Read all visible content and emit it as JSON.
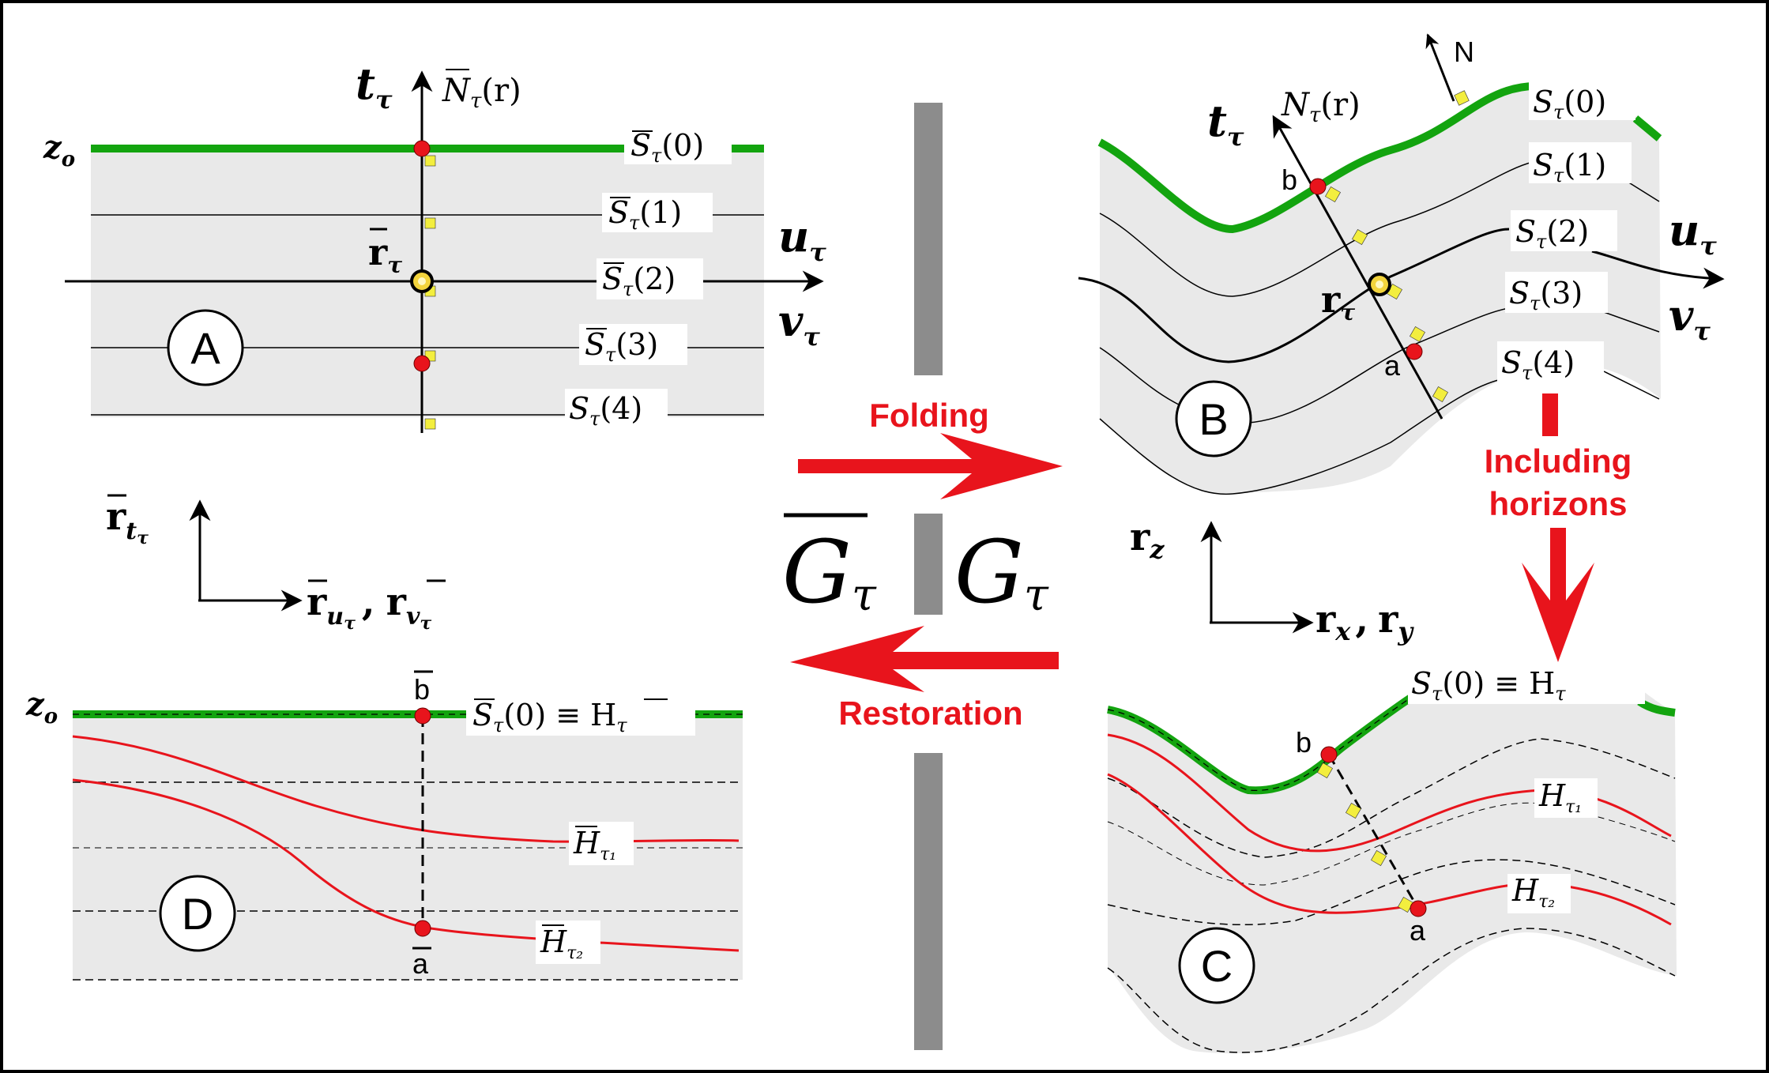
{
  "panels": {
    "A": {
      "circle_label": "A",
      "z_label": "z",
      "z_sub": "o",
      "axis_t": "t",
      "axis_t_sub": "τ",
      "normal_label": "N",
      "normal_sub": "τ",
      "normal_arg": "(r)",
      "surfaces": [
        "S",
        "S",
        "S",
        "S",
        "S"
      ],
      "surface_sub": "τ",
      "surface_args": [
        "(0)",
        "(1)",
        "(2)",
        "(3)",
        "(4)"
      ],
      "point_r": "r",
      "point_r_sub": "τ",
      "axis_u": "u",
      "axis_u_sub": "τ",
      "axis_v": "v",
      "axis_v_sub": "τ"
    },
    "B": {
      "circle_label": "B",
      "axis_t": "t",
      "axis_t_sub": "τ",
      "normal_label": "N",
      "normal_sub": "τ",
      "normal_arg": "(r)",
      "N_label": "N",
      "surfaces": [
        "S",
        "S",
        "S",
        "S",
        "S"
      ],
      "surface_sub": "τ",
      "surface_args": [
        "(0)",
        "(1)",
        "(2)",
        "(3)",
        "(4)"
      ],
      "point_b": "b",
      "point_a": "a",
      "point_r": "r",
      "point_r_sub": "τ",
      "axis_u": "u",
      "axis_u_sub": "τ",
      "axis_v": "v",
      "axis_v_sub": "τ"
    },
    "C": {
      "circle_label": "C",
      "surface_label": "S",
      "surface_sub": "τ",
      "surface_arg": "(0) ≡ H",
      "surface_arg_sub": "τ",
      "point_b": "b",
      "point_a": "a",
      "h1": "H",
      "h1_sub": "τ₁",
      "h2": "H",
      "h2_sub": "τ₂"
    },
    "D": {
      "circle_label": "D",
      "z_label": "z",
      "z_sub": "o",
      "surface_label": "S",
      "surface_sub": "τ",
      "surface_arg": "(0) ≡ H",
      "surface_arg_sub": "τ",
      "point_b": "b",
      "point_a": "a",
      "h1": "H",
      "h1_sub": "τ₁",
      "h2": "H",
      "h2_sub": "τ₂"
    }
  },
  "axes_left": {
    "vertical": "r",
    "vertical_sub": "t",
    "vertical_subsub": "τ",
    "horizontal_1": "r",
    "horizontal_1_sub": "u",
    "horizontal_1_subsub": "τ",
    "comma": ",",
    "horizontal_2": "r",
    "horizontal_2_sub": "v",
    "horizontal_2_subsub": "τ"
  },
  "axes_right": {
    "vertical": "r",
    "vertical_sub": "z",
    "horizontal_1": "r",
    "horizontal_1_sub": "x",
    "comma": ",",
    "horizontal_2": "r",
    "horizontal_2_sub": "y"
  },
  "center": {
    "folding": "Folding",
    "restoration": "Restoration",
    "including_line1": "Including",
    "including_line2": "horizons",
    "g_bar": "G",
    "g_bar_sub": "τ",
    "g": "G",
    "g_sub": "τ"
  },
  "colors": {
    "green": "#13a40f",
    "red_arrow": "#e8141c",
    "gray_fill": "#e9e9e9",
    "gray_bar": "#8c8c8c",
    "point_red": "#e8141c",
    "marker_yellow": "#f3ee3e"
  }
}
